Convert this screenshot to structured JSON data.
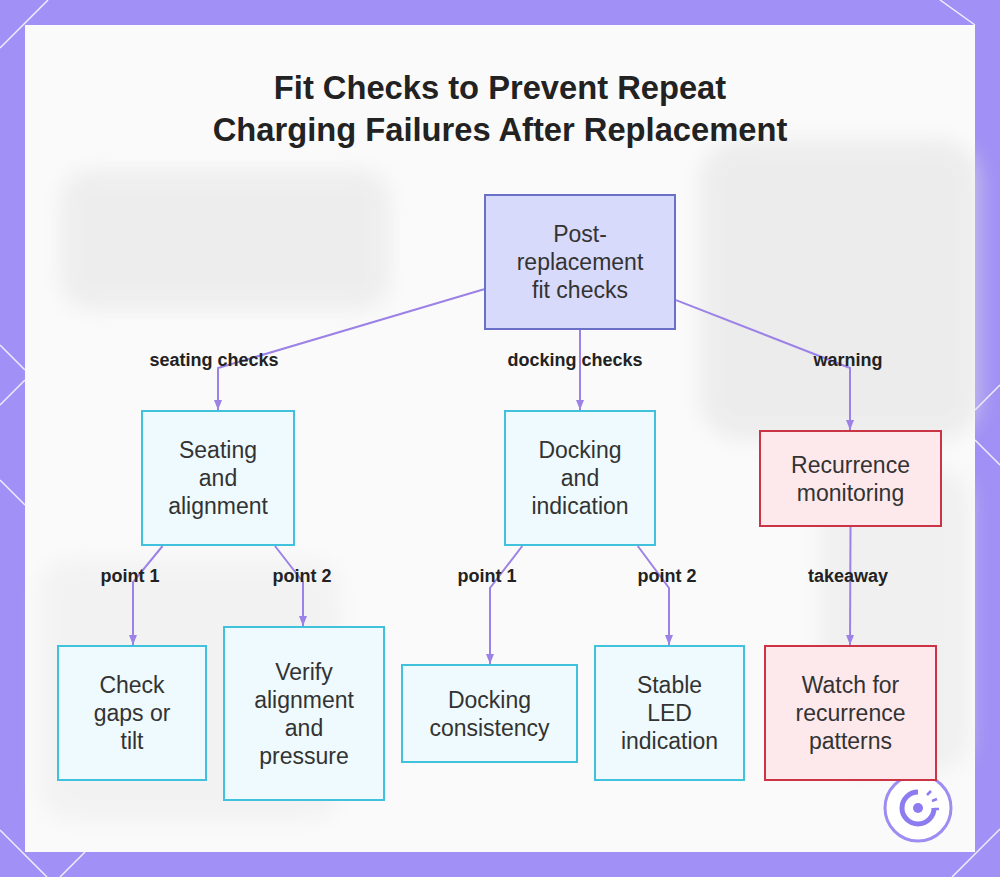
{
  "diagram": {
    "title": "Fit Checks to Prevent Repeat Charging Failures After Replacement",
    "nodes": [
      {
        "text": [
          "Post-replacement fit checks"
        ]
      },
      {
        "text": [
          "Seating and alignment"
        ]
      },
      {
        "text": [
          "Docking and indication"
        ]
      },
      {
        "text": [
          "Recurrence monitoring"
        ]
      },
      {
        "text": [
          "Check gaps or tilt"
        ]
      },
      {
        "text": [
          "Verify alignment and pressure"
        ]
      },
      {
        "text": [
          "Docking consistency"
        ]
      },
      {
        "text": [
          "Stable LED indication"
        ]
      },
      {
        "text": [
          "Watch for recurrence patterns"
        ]
      }
    ],
    "edges": [
      {
        "from": 0,
        "to": 1,
        "label": "seating checks",
        "arrow": "to"
      },
      {
        "from": 0,
        "to": 2,
        "label": "docking checks",
        "arrow": "to"
      },
      {
        "from": 0,
        "to": 3,
        "label": "warning",
        "arrow": "to"
      },
      {
        "from": 1,
        "to": 4,
        "label": "point 1",
        "arrow": "to"
      },
      {
        "from": 1,
        "to": 5,
        "label": "point 2",
        "arrow": "to"
      },
      {
        "from": 2,
        "to": 6,
        "label": "point 1",
        "arrow": "to"
      },
      {
        "from": 2,
        "to": 7,
        "label": "point 2",
        "arrow": "to"
      },
      {
        "from": 3,
        "to": 8,
        "label": "takeaway",
        "arrow": "to"
      }
    ]
  }
}
